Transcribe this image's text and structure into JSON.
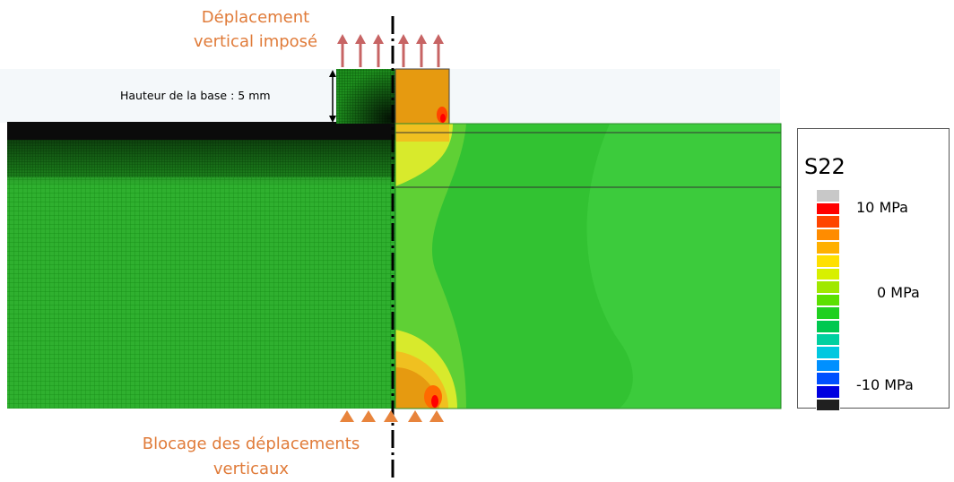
{
  "labels": {
    "top_line1": "Déplacement",
    "top_line2": "vertical imposé",
    "height": "Hauteur de la base : 5 mm",
    "bottom_line1": "Blocage des déplacements",
    "bottom_line2": "verticaux"
  },
  "legend": {
    "title": "S22",
    "tick_max": "10 MPa",
    "tick_mid": "0 MPa",
    "tick_min": "-10 MPa",
    "colors": [
      "#C8C8C8",
      "#FF0000",
      "#FF4500",
      "#FF8C00",
      "#FFB000",
      "#FFE000",
      "#D8F000",
      "#A0E800",
      "#5CE000",
      "#20D020",
      "#00C850",
      "#00D0A0",
      "#00C8E0",
      "#0090FF",
      "#0050FF",
      "#0000E0",
      "#202020"
    ]
  },
  "colors": {
    "mesh_green": "#1FA11F",
    "stress_green": "#37C437",
    "annotation_orange": "#E07B39",
    "arrow_red": "#C76464"
  },
  "icons": [
    "up-arrow-icon",
    "support-triangle-icon",
    "symmetry-axis-icon",
    "dimension-arrow-icon"
  ]
}
